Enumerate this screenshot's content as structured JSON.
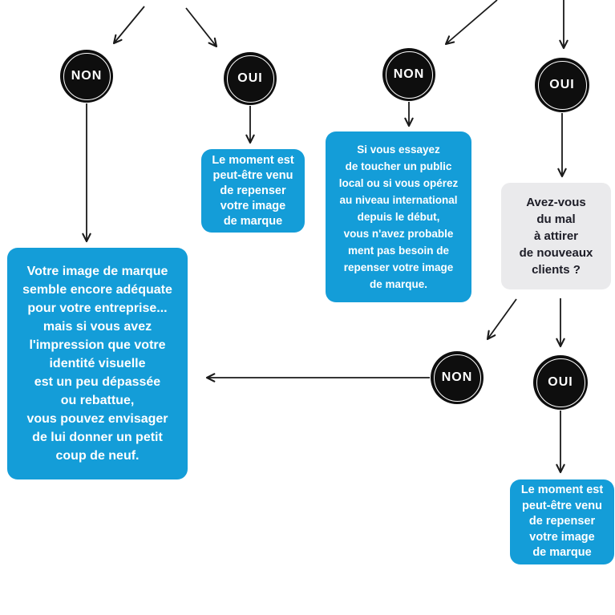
{
  "palette": {
    "blue": "#149dd8",
    "circle_black": "#0e0e0e",
    "gray_bg": "#eaeaec",
    "gray_text": "#1d1d27",
    "arrow": "#1a1a1a"
  },
  "circles": [
    {
      "label": "NON"
    },
    {
      "label": "OUI"
    },
    {
      "label": "NON"
    },
    {
      "label": "OUI"
    },
    {
      "label": "NON"
    },
    {
      "label": "OUI"
    }
  ],
  "boxes": {
    "moment_top": {
      "text": "Le moment est\npeut-être venu\nde repenser\nvotre image\nde marque"
    },
    "public_local": {
      "text": "Si vous essayez\nde toucher un public\nlocal ou si vous opérez\nau niveau international\ndepuis le début,\nvous n'avez probable\nment pas besoin de\nrepenser votre image\nde marque."
    },
    "question_clients": {
      "text": "Avez-vous\ndu mal\nà attirer\nde nouveaux\nclients ?"
    },
    "image_adequate": {
      "text": "Votre image de marque\nsemble encore adéquate\npour votre entreprise...\nmais si vous avez\nl'impression que votre\nidentité visuelle\nest un peu dépassée\nou rebattue,\nvous pouvez envisager\nde lui donner un petit\ncoup de neuf."
    },
    "moment_bottom": {
      "text": "Le moment est\npeut-être venu\nde repenser\nvotre image\nde marque"
    }
  }
}
